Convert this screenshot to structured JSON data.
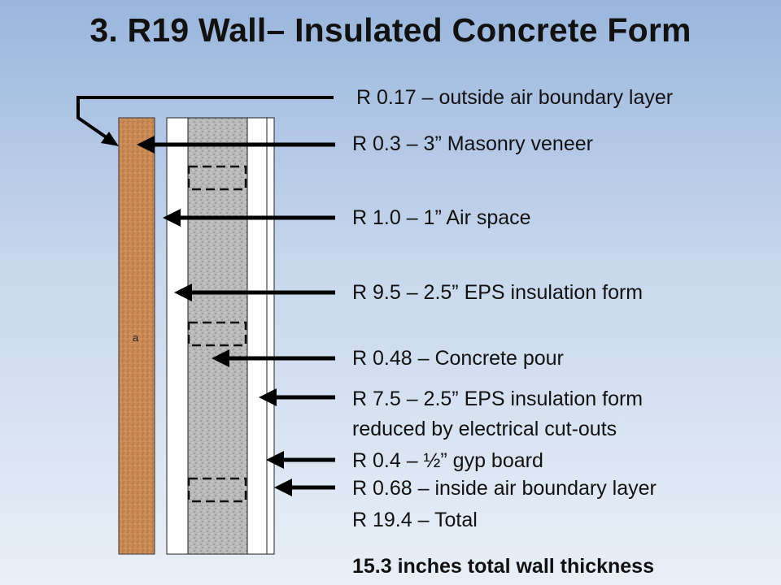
{
  "title": "3. R19 Wall– Insulated Concrete Form",
  "wall_marker": "a",
  "layers": [
    {
      "label": "R 0.17 – outside air boundary layer"
    },
    {
      "label": "R 0.3 – 3” Masonry veneer"
    },
    {
      "label": "R 1.0 – 1” Air space"
    },
    {
      "label": "R 9.5 – 2.5” EPS insulation form"
    },
    {
      "label": "R 0.48 – Concrete pour"
    },
    {
      "label": "R 7.5 – 2.5” EPS insulation form",
      "label_line2": "reduced by electrical cut-outs"
    },
    {
      "label": "R 0.4 – ½” gyp board"
    },
    {
      "label": "R 0.68 – inside air boundary layer"
    }
  ],
  "total": "R 19.4 – Total",
  "thickness": "15.3 inches total wall thickness",
  "colors": {
    "masonry": "#c98a55",
    "concrete": "#b9b9b9",
    "insulation": "#ffffff",
    "arrow": "#000000"
  }
}
